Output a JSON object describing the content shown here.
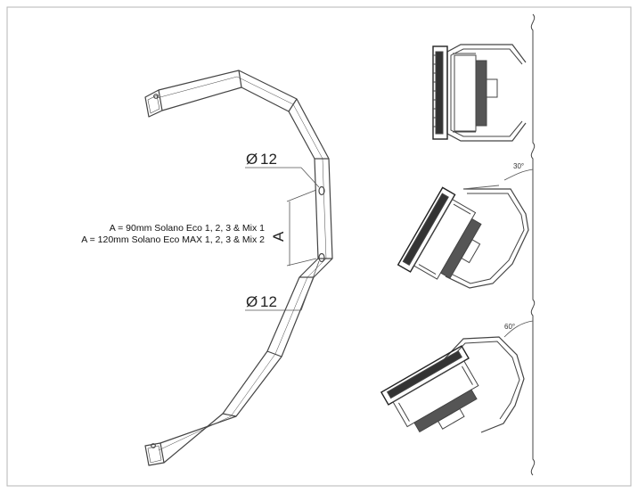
{
  "diameter_top": {
    "symbol": "Ø",
    "value": "12"
  },
  "diameter_bottom": {
    "symbol": "Ø",
    "value": "12"
  },
  "dimension_label": "A",
  "notes": [
    "A = 90mm Solano Eco 1, 2, 3 & Mix 1",
    "A = 120mm Solano Eco MAX 1, 2, 3 & Mix 2"
  ],
  "angles": {
    "middle": "30°",
    "bottom": "60°"
  },
  "colors": {
    "line": "#444444",
    "frame": "#bbbbbb",
    "dark": "#222222"
  }
}
